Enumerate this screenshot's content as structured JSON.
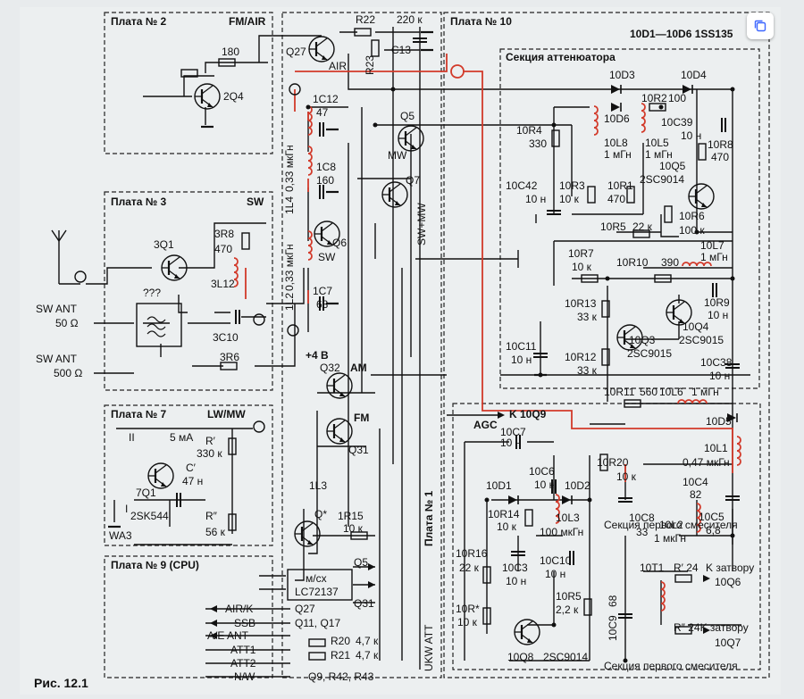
{
  "caption": "Рис. 12.1",
  "header_note": "10D1—10D6 1SS135",
  "colors": {
    "paper": "#e9ecee",
    "ink": "#111111",
    "wire_red": "#d23a2a",
    "frame": "#222222"
  },
  "blocks": {
    "b2": {
      "title": "Плата № 2",
      "tag": "FM/AIR",
      "r": "180",
      "q": "2Q4"
    },
    "b3": {
      "title": "Плата № 3",
      "tag": "SW",
      "q": "3Q1",
      "r8": "3R8",
      "r8v": "470",
      "l12": "3L12",
      "c10": "3C10",
      "r6": "3R6",
      "unknown": "???",
      "ant1": "SW ANT",
      "ant1z": "50 Ω",
      "ant2": "SW ANT",
      "ant2z": "500 Ω"
    },
    "b7": {
      "title": "Плата № 7",
      "tag": "LW/MW",
      "cur": "5 мА",
      "r1": "R′",
      "r1v": "330 к",
      "c1": "C′",
      "c1v": "47 н",
      "q": "7Q1",
      "qt": "2SK544",
      "r2": "R″",
      "r2v": "56 к",
      "wa": "WA3",
      "roman2": "II",
      "roman1": "I"
    },
    "b9": {
      "title": "Плата № 9 (CPU)",
      "chip1": "м/сх",
      "chip2": "LC72137",
      "q5": "Q5",
      "q31": "Q31",
      "air": "AIR/K",
      "q27": "Q27",
      "ssb": "SSB",
      "q1117": "Q11, Q17",
      "ae": "A/E ANT",
      "att1": "ATT1",
      "att2": "ATT2",
      "r20": "R20",
      "r20v": "4,7 к",
      "r21": "R21",
      "r21v": "4,7 к",
      "nw": "N/W",
      "q9": "Q9, R42, R43",
      "ukw": "UKW ATT"
    },
    "b1": {
      "title": "Плата № 1",
      "q27": "Q27",
      "air": "AIR",
      "r22": "R22",
      "r22v": "220 к",
      "r23": "R23",
      "c13": "C13",
      "c12": "1C12",
      "c12v": "47",
      "l4": "1L4",
      "l4v": "0,33 мкГн",
      "c8": "1C8",
      "c8v": "160",
      "l2": "1L2",
      "l2v": "0,33 мкГн",
      "c7": "1C7",
      "c7v": "68",
      "q6": "Q6",
      "sw": "SW",
      "q5": "Q5",
      "mw": "MW",
      "q7": "Q7",
      "swmw": "SW+MW",
      "plus4": "+4 В",
      "q32": "Q32",
      "am": "AM",
      "fm": "FM",
      "q31": "Q31",
      "l3": "1L3",
      "qs": "Q*",
      "r15": "1R15",
      "r15v": "10 к",
      "agc": "AGC",
      "k10q9": "K 10Q9"
    },
    "b10": {
      "title": "Плата № 10",
      "att_title": "Секция аттенюатора",
      "mix_title": "Секция первого смесителя",
      "d3": "10D3",
      "d4": "10D4",
      "r2": "10R2",
      "r2v": "100",
      "d6": "10D6",
      "c39": "10C39",
      "c39v": "10 н",
      "r4": "10R4",
      "r4v": "330",
      "l8": "10L8",
      "l8v": "1 мГн",
      "l5": "10L5",
      "l5v": "1 мГн",
      "r8": "10R8",
      "r8v": "470",
      "q5": "10Q5",
      "q5t": "2SC9014",
      "c42": "10C42",
      "c42v": "10 н",
      "r3": "10R3",
      "r3v": "10 к",
      "r1": "10R1",
      "r1v": "470",
      "r6": "10R6",
      "r6v": "100 к",
      "r5": "10R5",
      "r5v": "22 к",
      "l7": "10L7",
      "l7v": "1 мГн",
      "r7": "10R7",
      "r7v": "10 к",
      "r10": "10R10",
      "r10v": "390",
      "r9": "10R9",
      "r9v": "10 н",
      "r13": "10R13",
      "r13v": "33 к",
      "q4": "10Q4",
      "q4t": "2SC9015",
      "c11": "10C11",
      "c11v": "10 н",
      "q3": "10Q3",
      "q3t": "2SC9015",
      "r12": "10R12",
      "r12v": "33 к",
      "c38": "10C38",
      "c38v": "10 н",
      "r11": "10R11",
      "r11v": "560",
      "l6": "10L6",
      "l6v": "1 мГн",
      "d5": "10D5",
      "c7": "10C7",
      "c7v": "10 н",
      "c6": "10C6",
      "c6v": "10 н",
      "r20": "10R20",
      "r20v": "10 к",
      "l1": "10L1",
      "l1v": "0,47 мкГн",
      "d1": "10D1",
      "d2": "10D2",
      "c4": "10C4",
      "c4v": "82",
      "r14": "10R14",
      "r14v": "10 к",
      "l3": "10L3",
      "l3v": "100 мкГн",
      "c8": "10C8",
      "c8v": "33",
      "l2": "10L2",
      "l2v": "1 мкГн",
      "c5": "10C5",
      "c5v": "6,8",
      "r16": "10R16",
      "r16v": "22 к",
      "c3": "10C3",
      "c3v": "10 н",
      "c10": "10C10",
      "c10v": "10 н",
      "t1": "10T1",
      "rz1": "R′ 24",
      "rz1t": "K затвору",
      "q6": "10Q6",
      "rx": "10R*",
      "rxv": "10 к",
      "r5b": "10R5",
      "r5bv": "2,2 к",
      "c9": "10C9",
      "c9v": "68",
      "rz2": "R″ 24K затвору",
      "q7": "10Q7",
      "q8": "10Q8",
      "q8t": "2SC9014"
    }
  },
  "icon": "copy-icon"
}
